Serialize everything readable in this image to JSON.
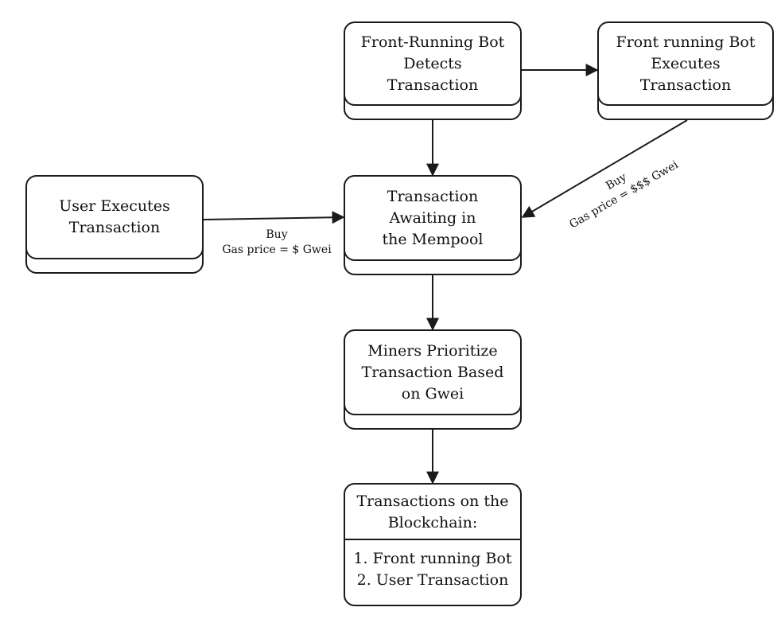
{
  "nodes": {
    "front_running_bot_detects": {
      "label": "Front-Running Bot Detects Transaction",
      "lines": [
        "Front-Running Bot",
        "Detects",
        "Transaction"
      ]
    },
    "front_running_bot_executes": {
      "label": "Front running Bot Executes Transaction",
      "lines": [
        "Front running Bot",
        "Executes Transaction"
      ]
    },
    "user_executes": {
      "label": "User Executes Transaction",
      "lines": [
        "User Executes",
        "Transaction"
      ]
    },
    "mempool": {
      "label": "Transaction Awaiting in the Mempool",
      "lines": [
        "Transaction",
        "Awaiting in",
        "the Mempool"
      ]
    },
    "miners_prioritize": {
      "label": "Miners Prioritize Transaction Based on Gwei",
      "lines": [
        "Miners Prioritize",
        "Transaction Based",
        "on Gwei"
      ]
    },
    "blockchain": {
      "header_lines": [
        "Transactions on the",
        "Blockchain:"
      ],
      "items": [
        "1. Front running Bot",
        "2. User Transaction"
      ]
    }
  },
  "edges": {
    "user_to_mempool": {
      "lines": [
        "Buy",
        "Gas price = $ Gwei"
      ]
    },
    "bot_to_mempool": {
      "lines": [
        "Buy",
        "Gas price = $$$ Gwei"
      ]
    }
  }
}
